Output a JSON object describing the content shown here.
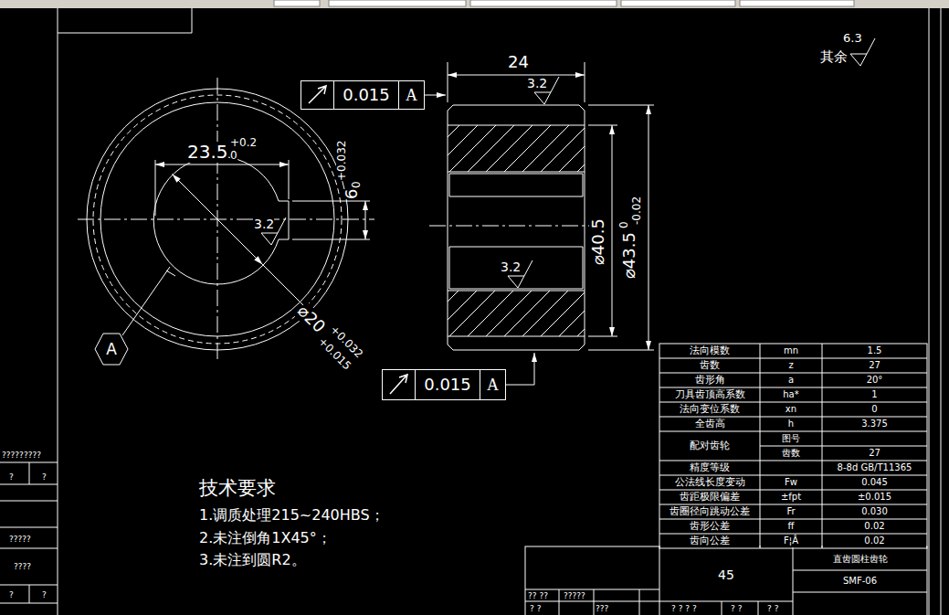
{
  "diagram": {
    "nodes": [
      {
        "text": [
          "0.015",
          "A"
        ]
      },
      {
        "text": [
          "0.015",
          "A"
        ]
      },
      {
        "text": [
          "A"
        ]
      }
    ],
    "labels": [
      "其余",
      "6.3",
      "24",
      "3.2",
      "23.5",
      "+0.2",
      "0",
      "6",
      "+0.032",
      "0",
      "3.2",
      "⌀40.5",
      "⌀43.5",
      "0",
      "-0.02",
      "3.2",
      "⌀20",
      "+0.032",
      "+0.015",
      "技术要求",
      "1.调质处理215~240HBS；",
      "2.未注倒角1X45°；",
      "3.未注到圆R2。",
      "法向模数",
      "mn",
      "1.5",
      "齿数",
      "z",
      "27",
      "齿形角",
      "a",
      "20°",
      "刀具齿顶高系数",
      "ha*",
      "1",
      "法向变位系数",
      "xn",
      "0",
      "全齿高",
      "h",
      "3.375",
      "配对齿轮",
      "图号",
      "齿数",
      "27",
      "精度等级",
      "8-8d GB/T11365",
      "公法线长度变动",
      "Fw",
      "0.045",
      "齿距极限偏差",
      "±fpt",
      "±0.015",
      "齿圈径向跳动公差",
      "Fr",
      "0.030",
      "齿形公差",
      "ff",
      "0.02",
      "齿向公差",
      "F¦Â",
      "0.02",
      "45",
      "直齿圆柱齿轮",
      "SMF-06",
      "?? ??",
      "?????",
      "? ?",
      "???",
      "? ? ? ?",
      "? ?",
      "? ?",
      "?????????",
      "?",
      "?",
      "?????",
      "????",
      "?",
      "?"
    ]
  }
}
